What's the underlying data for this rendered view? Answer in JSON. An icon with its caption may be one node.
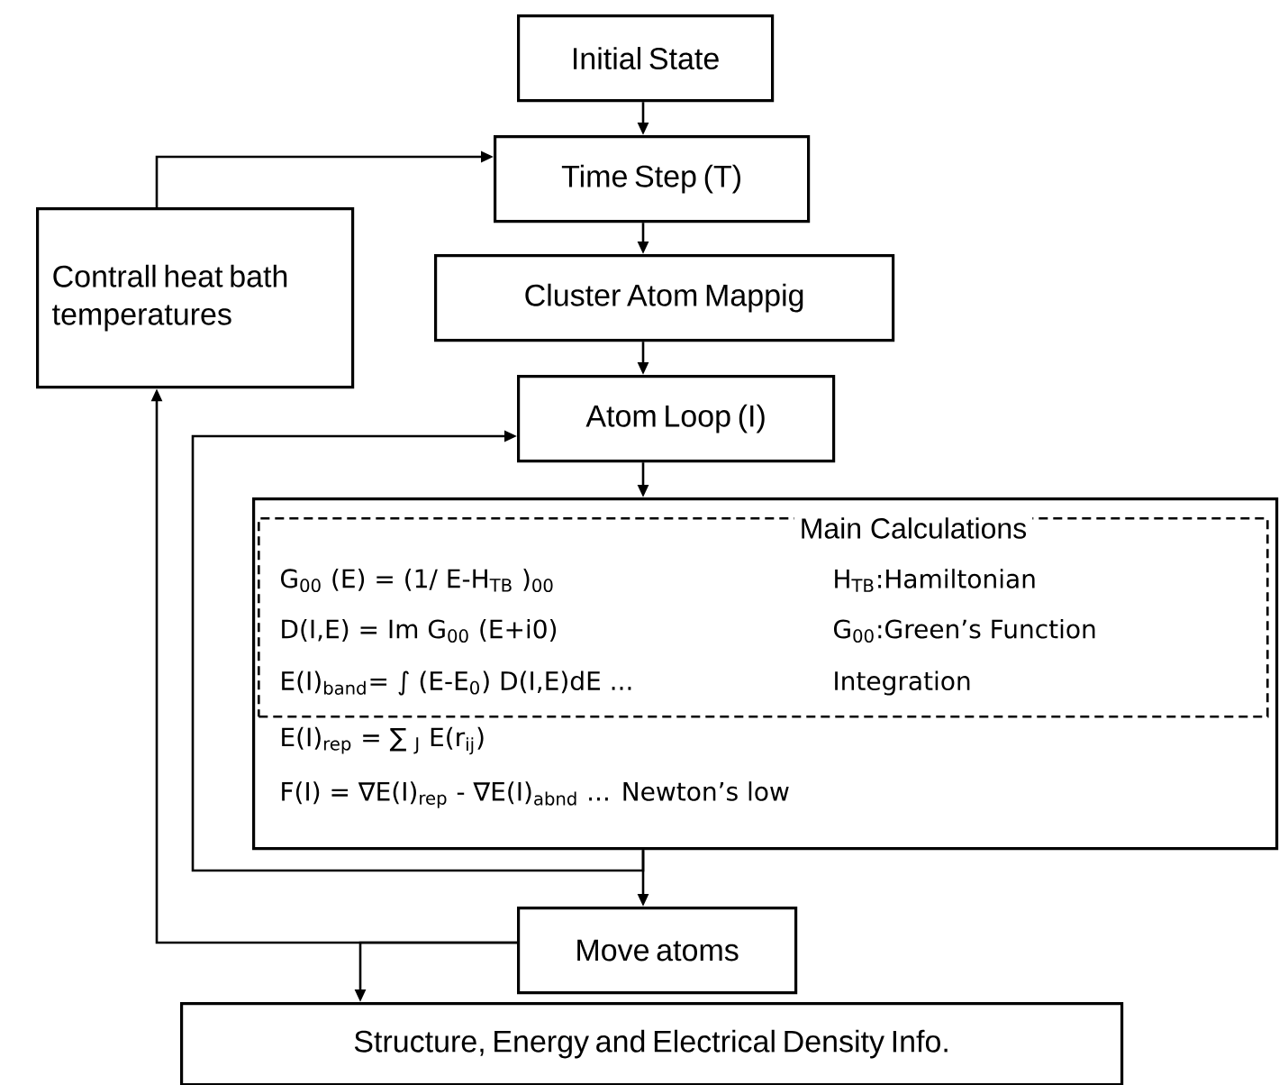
{
  "diagram": {
    "nodes": [
      {
        "text": [
          "Initial State"
        ]
      },
      {
        "text": [
          "Time Step (T)"
        ]
      },
      {
        "text": [
          "Cluster Atom Mappig"
        ]
      },
      {
        "text": [
          "Contrall heat bath temperatures"
        ]
      },
      {
        "text": [
          "Atom Loop (I)"
        ]
      },
      {
        "text": [
          "E(I)$_{rep}$   = ∑ $_{J}$ E(r$_{ij}$)",
          "F(I)     =  ∇E(I)$_{rep}$ -   ∇E(I)$_{abnd}$ ... Newton’s low"
        ]
      },
      {
        "text": [
          "Main Calculations",
          "G$_{00}$ (E) = (1/ E-H$_{TB}$ )$_{00}$",
          "H$_{TB}$:Hamiltonian",
          "D(I,E)   = Im G$_{00}$ (E+i0)",
          "G$_{00}$:Green’s Function",
          "E(I)$_{band}$= ∫ (E-E$_{0}$) D(I,E)dE ...",
          "Integration"
        ],
        "in": 5
      },
      {
        "text": [
          "Move atoms"
        ]
      },
      {
        "text": [
          "Structure, Energy and Electrical Density Info."
        ]
      }
    ],
    "edges": [
      {
        "from": 0,
        "to": 1,
        "arrow": "to"
      },
      {
        "from": 1,
        "to": 2,
        "arrow": "to"
      },
      {
        "from": 2,
        "to": 4,
        "arrow": "to"
      },
      {
        "from": 4,
        "to": 5,
        "arrow": "to"
      },
      {
        "from": 5,
        "to": 7,
        "arrow": "to"
      },
      {
        "from": 5,
        "to": 4,
        "arrow": "to"
      },
      {
        "from": 7,
        "to": 3,
        "arrow": "to"
      },
      {
        "from": 7,
        "to": 8,
        "arrow": "to"
      },
      {
        "from": 3,
        "to": 1,
        "arrow": "to"
      }
    ]
  }
}
